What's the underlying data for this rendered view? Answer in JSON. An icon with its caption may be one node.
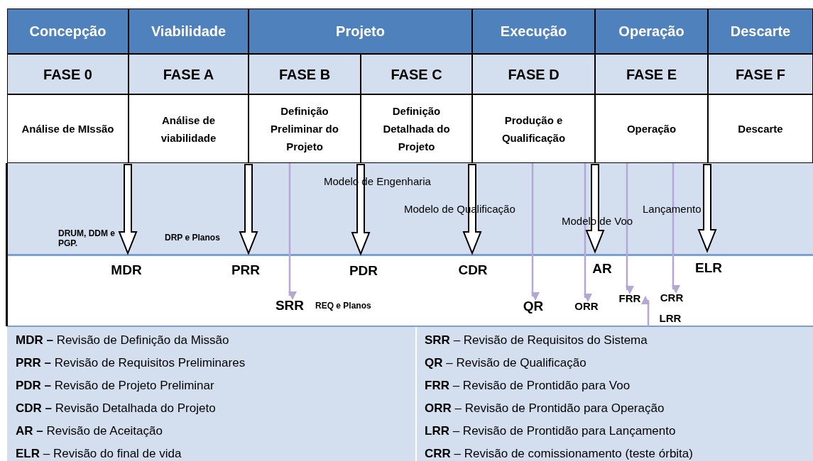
{
  "diagram": {
    "nodes": [
      {
        "text": [
          "Concepção"
        ]
      },
      {
        "text": [
          "Viabilidade"
        ]
      },
      {
        "text": [
          "Projeto"
        ]
      },
      {
        "text": [
          "Execução"
        ]
      },
      {
        "text": [
          "Operação"
        ]
      },
      {
        "text": [
          "Descarte"
        ]
      },
      {
        "text": [
          "FASE 0"
        ]
      },
      {
        "text": [
          "FASE A"
        ]
      },
      {
        "text": [
          "FASE B"
        ]
      },
      {
        "text": [
          "FASE C"
        ]
      },
      {
        "text": [
          "FASE D"
        ]
      },
      {
        "text": [
          "FASE E"
        ]
      },
      {
        "text": [
          "FASE F"
        ]
      },
      {
        "text": [
          "Análise de MIssão"
        ]
      },
      {
        "text": [
          "Análise de viabilidade"
        ]
      },
      {
        "text": [
          "Definição Preliminar do Projeto"
        ]
      },
      {
        "text": [
          "Definição Detalhada do Projeto"
        ]
      },
      {
        "text": [
          "Produção e Qualificação"
        ]
      },
      {
        "text": [
          "Operação"
        ]
      },
      {
        "text": [
          "Descarte"
        ]
      },
      {
        "text": [
          "MDR"
        ]
      },
      {
        "text": [
          "PRR"
        ]
      },
      {
        "text": [
          "SRR"
        ]
      },
      {
        "text": [
          "PDR"
        ]
      },
      {
        "text": [
          "CDR"
        ]
      },
      {
        "text": [
          "QR"
        ]
      },
      {
        "text": [
          "ORR"
        ]
      },
      {
        "text": [
          "AR"
        ]
      },
      {
        "text": [
          "FRR"
        ]
      },
      {
        "text": [
          "CRR"
        ]
      },
      {
        "text": [
          "LRR"
        ]
      },
      {
        "text": [
          "ELR"
        ]
      }
    ],
    "edges": [
      {
        "from": null,
        "to": 20,
        "arrow": "to",
        "style": "thick"
      },
      {
        "from": null,
        "to": 21,
        "arrow": "to",
        "style": "thick"
      },
      {
        "from": 15,
        "to": 22,
        "arrow": "to",
        "color": "#b4a7d6"
      },
      {
        "from": null,
        "to": 23,
        "arrow": "to",
        "style": "thick"
      },
      {
        "from": null,
        "to": 24,
        "arrow": "to",
        "style": "thick"
      },
      {
        "from": 17,
        "to": 25,
        "arrow": "to",
        "color": "#b4a7d6"
      },
      {
        "from": 17,
        "to": 26,
        "arrow": "to",
        "color": "#b4a7d6"
      },
      {
        "from": null,
        "to": 27,
        "arrow": "to",
        "style": "thick"
      },
      {
        "from": 18,
        "to": 28,
        "arrow": "to",
        "color": "#b4a7d6"
      },
      {
        "from": 18,
        "to": 29,
        "arrow": "to",
        "color": "#b4a7d6"
      },
      {
        "from": null,
        "to": 31,
        "arrow": "to",
        "style": "thick"
      },
      {
        "from": 30,
        "to": 28,
        "arrow": "to",
        "color": "#b4a7d6"
      }
    ],
    "labels": [
      "DRUM, DDM e PGP.",
      "DRP e Planos",
      "Modelo de Engenharia",
      "Modelo de Qualificação",
      "Modelo de Voo",
      "Lançamento",
      "REQ e Planos",
      "**MDR –** Revisão de Definição da Missão",
      "**SRR** – Revisão de Requisitos do Sistema",
      "**PRR –** Revisão de Requisitos Preliminares",
      "**QR** – Revisão de Qualificação",
      "**PDR –** Revisão de Projeto Preliminar",
      "**FRR** – Revisão de Prontidão para Voo",
      "**CDR –** Revisão Detalhada do Projeto",
      "**ORR** – Revisão de Prontidão para Operação",
      "**AR –** Revisão de Aceitação",
      "**LRR** – Revisão de Prontidão para Lançamento",
      "**ELR** – Revisão do final de vida",
      "**CRR** – Revisão de comissionamento (teste órbita)"
    ]
  }
}
